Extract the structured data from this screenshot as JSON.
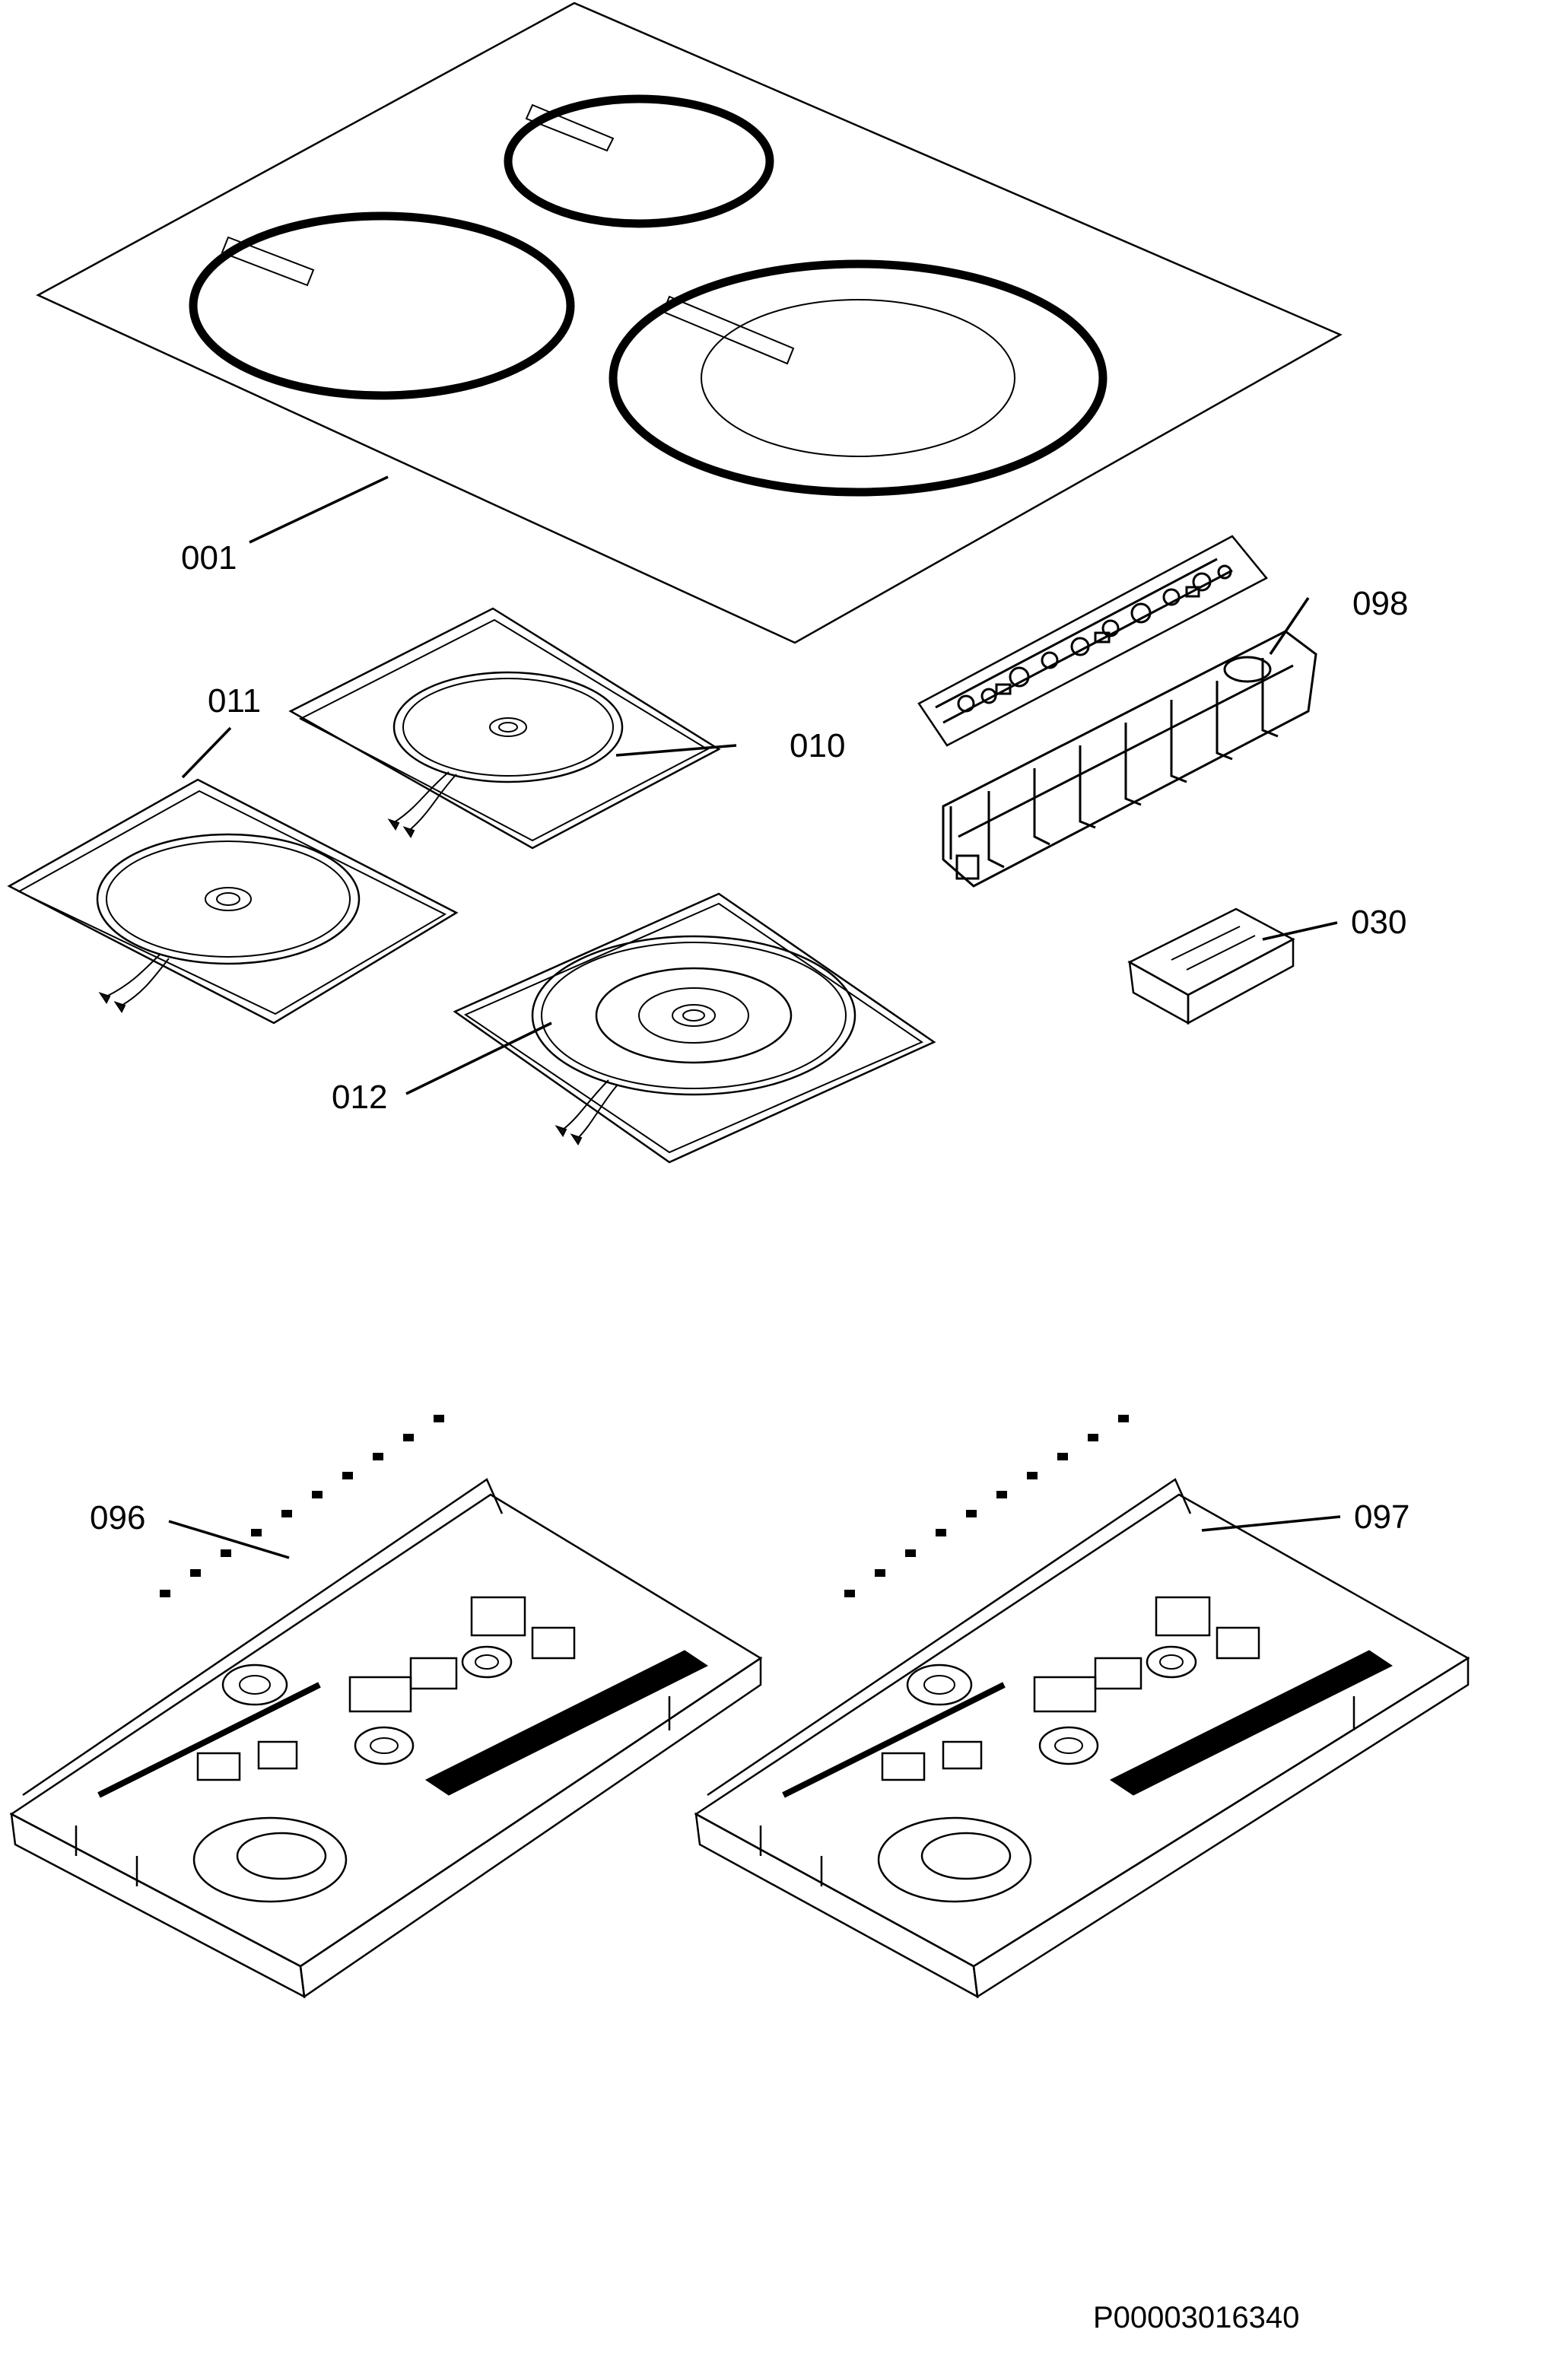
{
  "labels": {
    "part_001": "001",
    "part_098": "098",
    "part_011": "011",
    "part_010": "010",
    "part_030": "030",
    "part_012": "012",
    "part_096": "096",
    "part_097": "097"
  },
  "document_code": "P00003016340"
}
